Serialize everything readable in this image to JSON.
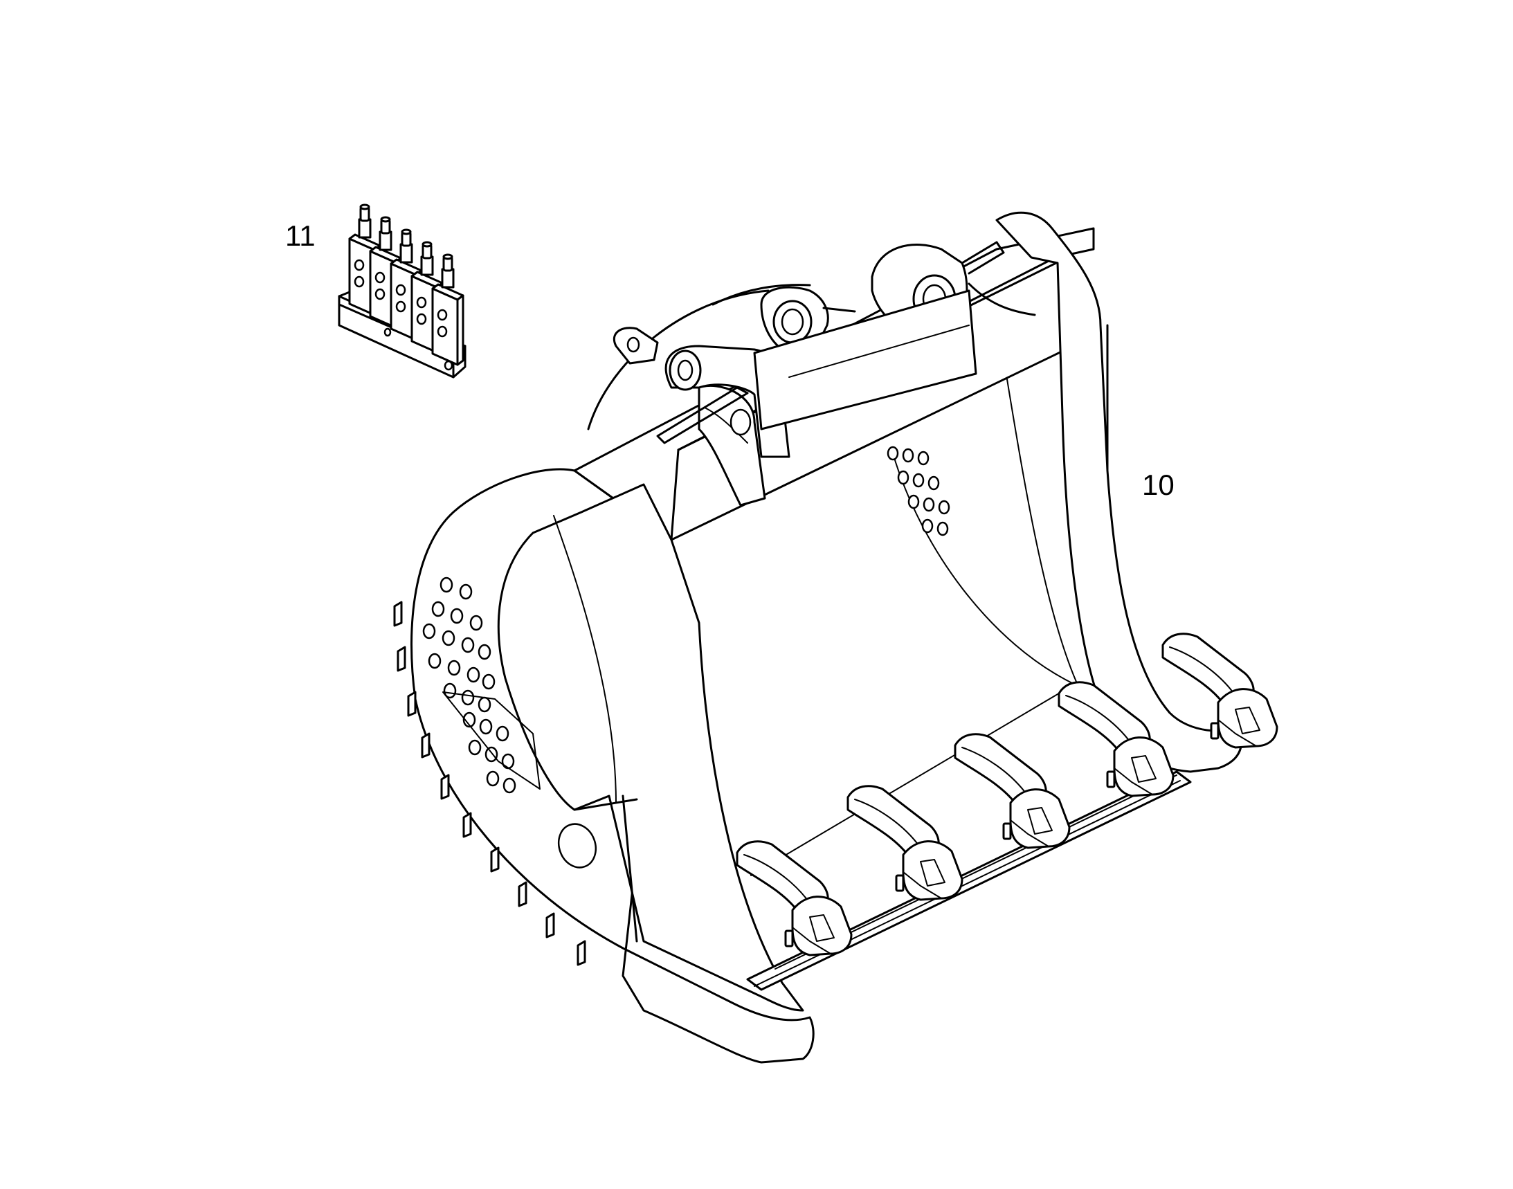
{
  "callouts": {
    "part_11": "11",
    "part_10": "10"
  },
  "parts": [
    {
      "ref": "10",
      "icon": "excavator-bucket-icon"
    },
    {
      "ref": "11",
      "icon": "lubrication-distributor-block-icon"
    }
  ],
  "colors": {
    "line": "#000000",
    "background": "#ffffff"
  }
}
